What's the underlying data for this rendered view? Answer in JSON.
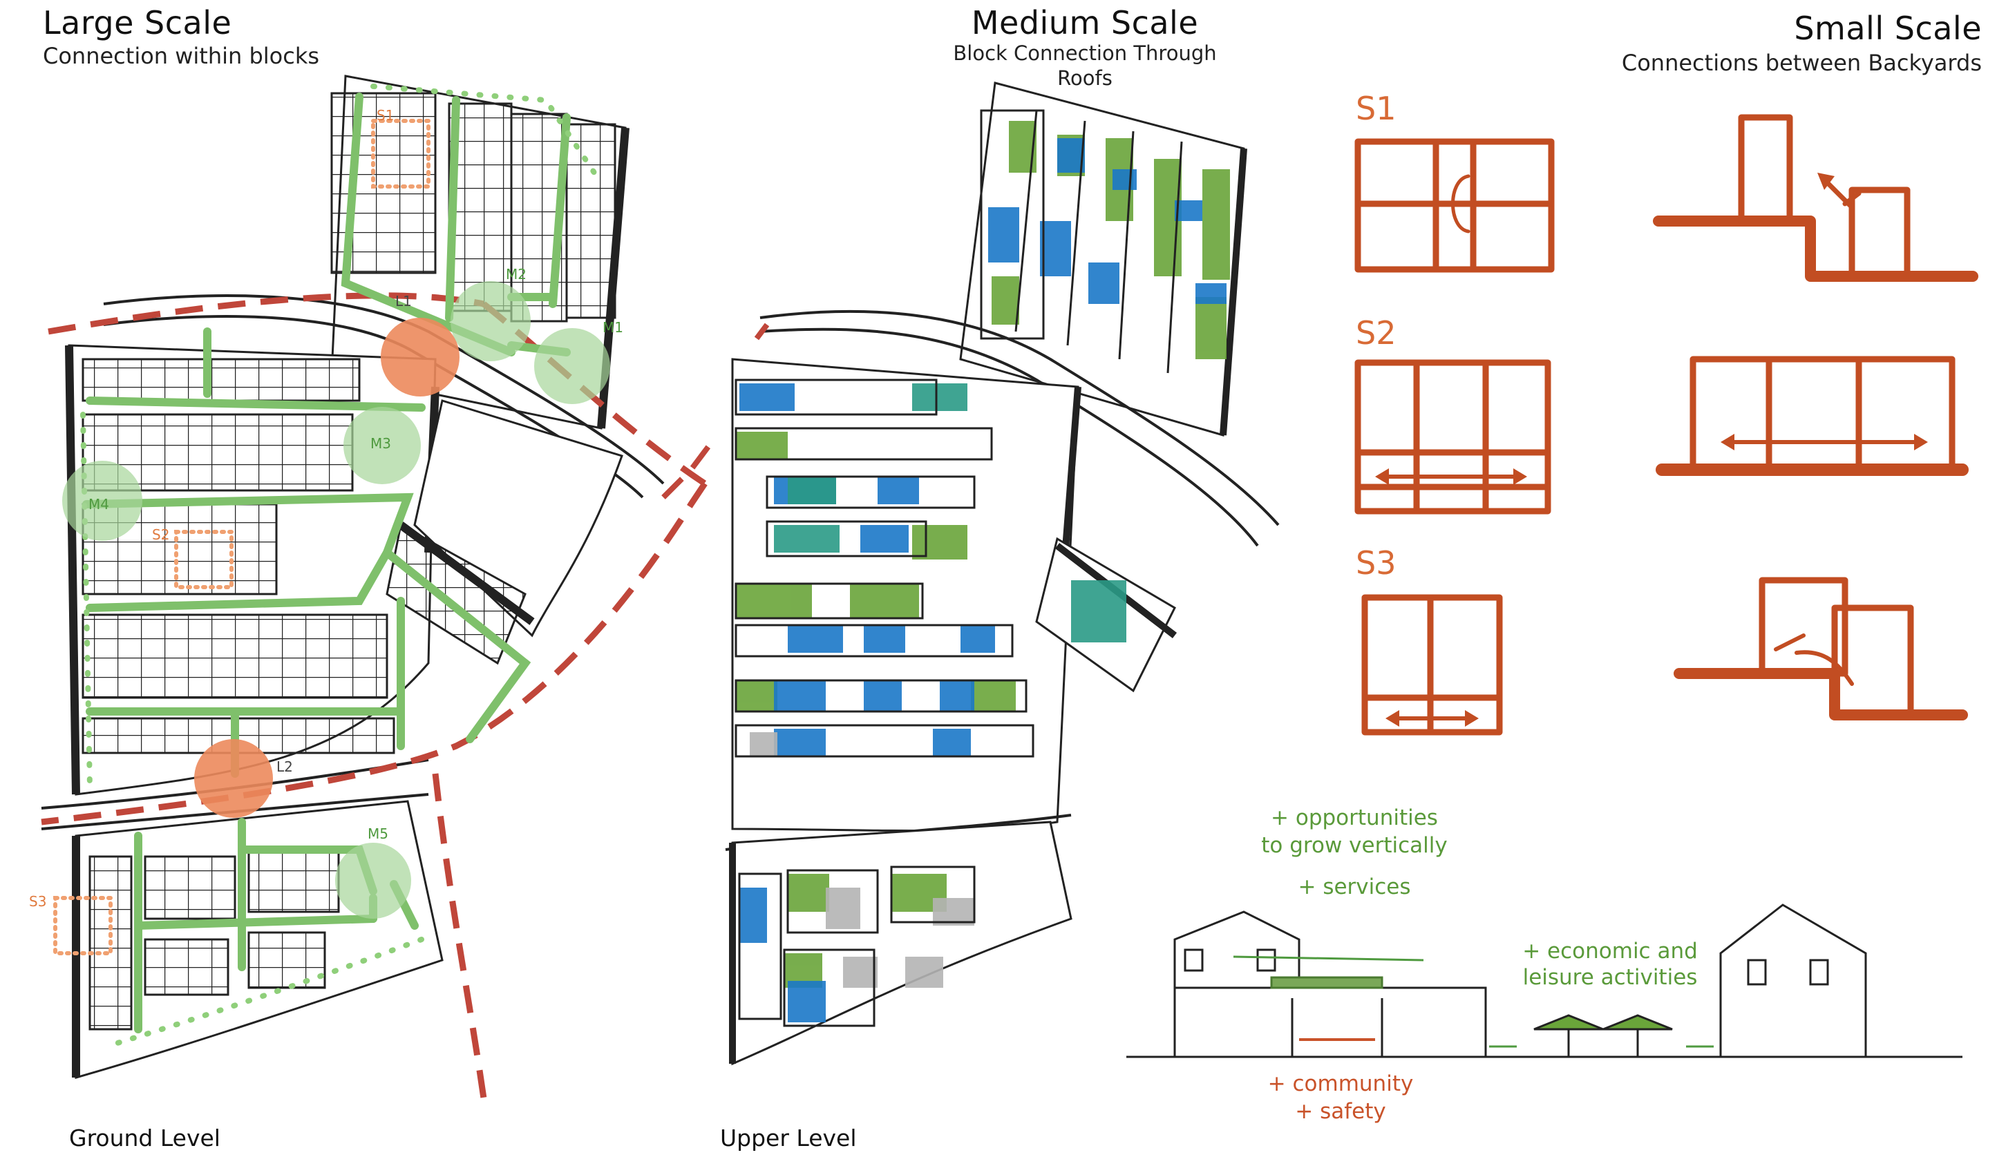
{
  "headers": {
    "large": {
      "title": "Large Scale",
      "subtitle": "Connection within blocks"
    },
    "medium": {
      "title": "Medium Scale",
      "subtitle_line1": "Block Connection Through",
      "subtitle_line2": "Roofs"
    },
    "small": {
      "title": "Small Scale",
      "subtitle": "Connections between Backyards"
    }
  },
  "map_labels": {
    "s1": "S1",
    "s2": "S2",
    "s3": "S3",
    "l1": "L1",
    "l2": "L2",
    "m1": "M1",
    "m2": "M2",
    "m3": "M3",
    "m4": "M4",
    "m5": "M5"
  },
  "small_scale_ids": [
    "S1",
    "S2",
    "S3"
  ],
  "notes": {
    "opportunities_line1": "+ opportunities",
    "opportunities_line2": "to grow vertically",
    "services": "+ services",
    "economic_line1": "+ economic and",
    "economic_line2": "leisure activities",
    "community": "+ community",
    "safety": "+ safety"
  },
  "bottom_labels": {
    "ground": "Ground Level",
    "upper": "Upper Level"
  },
  "colors": {
    "green_path": "#7fc06b",
    "green_circle": "#a7d69a",
    "orange_circle": "#ec8a5c",
    "red_dash": "#c0463a",
    "brick": "#c24d22",
    "roof_green": "#6aa53a",
    "roof_blue": "#1b78c8",
    "roof_teal": "#2a9a86",
    "roof_gray": "#b4b4b4"
  }
}
